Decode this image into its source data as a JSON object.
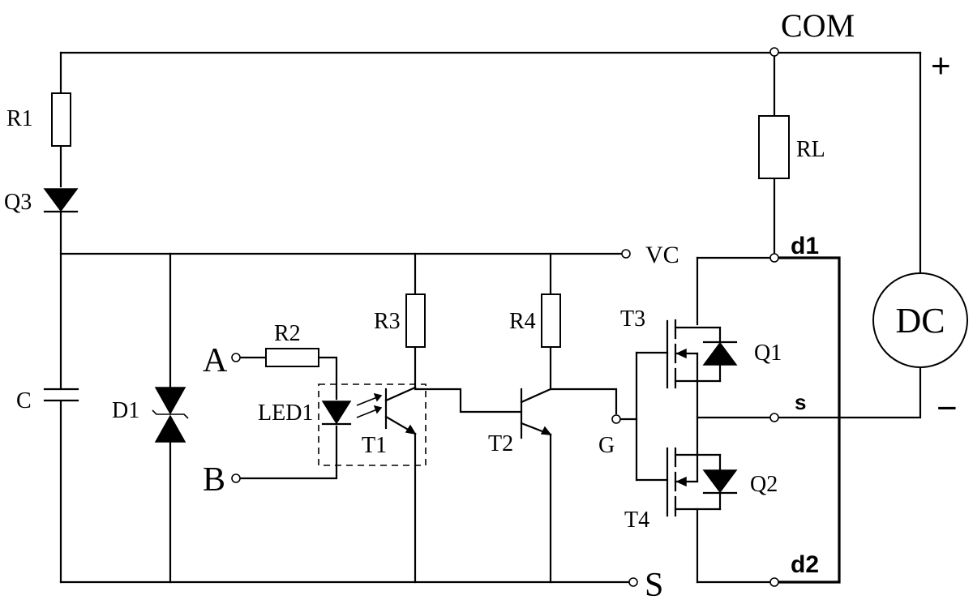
{
  "labels": {
    "com": "COM",
    "plus": "+",
    "minus": "−",
    "r1": "R1",
    "q3": "Q3",
    "rl": "RL",
    "vc": "VC",
    "d1_node": "d1",
    "d2_node": "d2",
    "s_node": "s",
    "dc": "DC",
    "c": "C",
    "d1": "D1",
    "a": "A",
    "b": "B",
    "r2": "R2",
    "led1": "LED1",
    "t1": "T1",
    "r3": "R3",
    "r4": "R4",
    "t2": "T2",
    "g": "G",
    "t3": "T3",
    "t4": "T4",
    "q1": "Q1",
    "q2": "Q2",
    "s_terminal": "S"
  }
}
